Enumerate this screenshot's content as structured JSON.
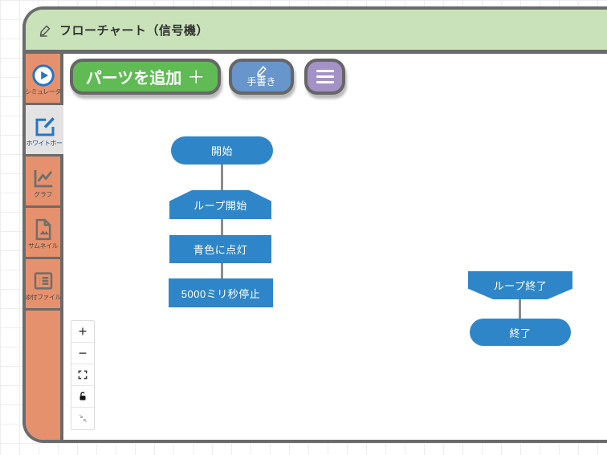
{
  "window": {
    "title": "フローチャート（信号機）"
  },
  "sidebar": {
    "items": [
      {
        "label": "シミュレータ",
        "icon": "play-circle-icon",
        "selected": false
      },
      {
        "label": "ホワイトボード",
        "icon": "whiteboard-edit-icon",
        "selected": true
      },
      {
        "label": "グラフ",
        "icon": "line-chart-icon",
        "selected": false
      },
      {
        "label": "サムネイル",
        "icon": "thumbnail-image-icon",
        "selected": false
      },
      {
        "label": "添付ファイル",
        "icon": "attachment-list-icon",
        "selected": false
      }
    ]
  },
  "toolbar": {
    "add_parts_label": "パーツを追加",
    "add_parts_plus": "＋",
    "handwriting_label": "手書き",
    "handwriting_icon": "pencil-icon",
    "menu_icon": "hamburger-menu-icon"
  },
  "flowchart": {
    "nodes": [
      {
        "id": "start",
        "shape": "terminator",
        "label": "開始"
      },
      {
        "id": "loop-start",
        "shape": "loop-start",
        "label": "ループ開始"
      },
      {
        "id": "set-blue",
        "shape": "process",
        "label": "青色に点灯"
      },
      {
        "id": "wait-5000",
        "shape": "process",
        "label": "5000ミリ秒停止"
      },
      {
        "id": "loop-end",
        "shape": "loop-end",
        "label": "ループ終了"
      },
      {
        "id": "end",
        "shape": "terminator",
        "label": "終了"
      }
    ],
    "connections": [
      [
        "start",
        "loop-start"
      ],
      [
        "loop-start",
        "set-blue"
      ],
      [
        "set-blue",
        "wait-5000"
      ],
      [
        "loop-end",
        "end"
      ]
    ]
  },
  "zoom_controls": {
    "zoom_in_label": "+",
    "zoom_out_label": "−",
    "fit_icon": "fit-screen-icon",
    "lock_icon": "lock-icon",
    "collapse_icon": "collapse-icon"
  },
  "colors": {
    "titlebar_green": "#c9e2ba",
    "sidebar_orange": "#e6916d",
    "selected_item_gray": "#e3e3e3",
    "border_gray": "#6b6b6b",
    "node_blue": "#2e86c8",
    "connector_gray": "#8c8c8c",
    "button_green": "#60bb55",
    "button_blue": "#6795cc",
    "button_purple": "#a392c5",
    "icon_blue": "#2477c4"
  }
}
